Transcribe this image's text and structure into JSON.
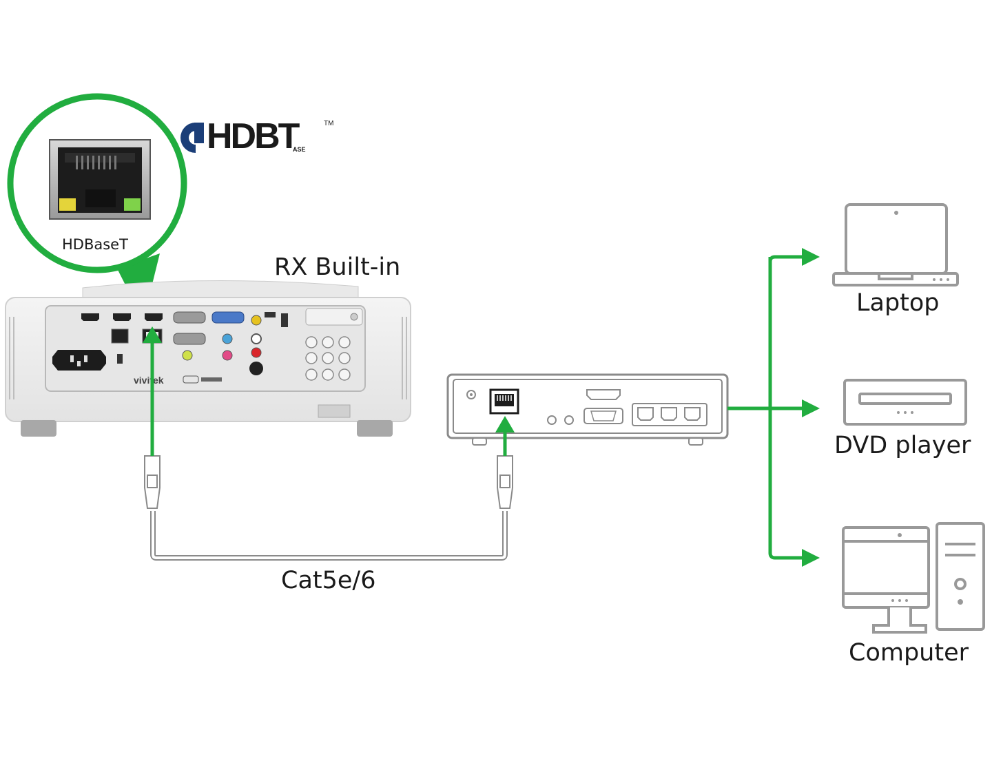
{
  "logo": {
    "text": "HDBT",
    "ase": "ASE",
    "tm": "TM"
  },
  "labels": {
    "callout": "HDBaseT",
    "projector": "RX Built-in",
    "cable": "Cat5e/6"
  },
  "devices": {
    "laptop": "Laptop",
    "dvd": "DVD player",
    "computer": "Computer"
  },
  "projector_brand": "vivitek",
  "colors": {
    "accent_green": "#21ad3f",
    "logo_blue": "#1b3e78",
    "line_gray": "#8a8a8a",
    "device_gray": "#999999"
  }
}
